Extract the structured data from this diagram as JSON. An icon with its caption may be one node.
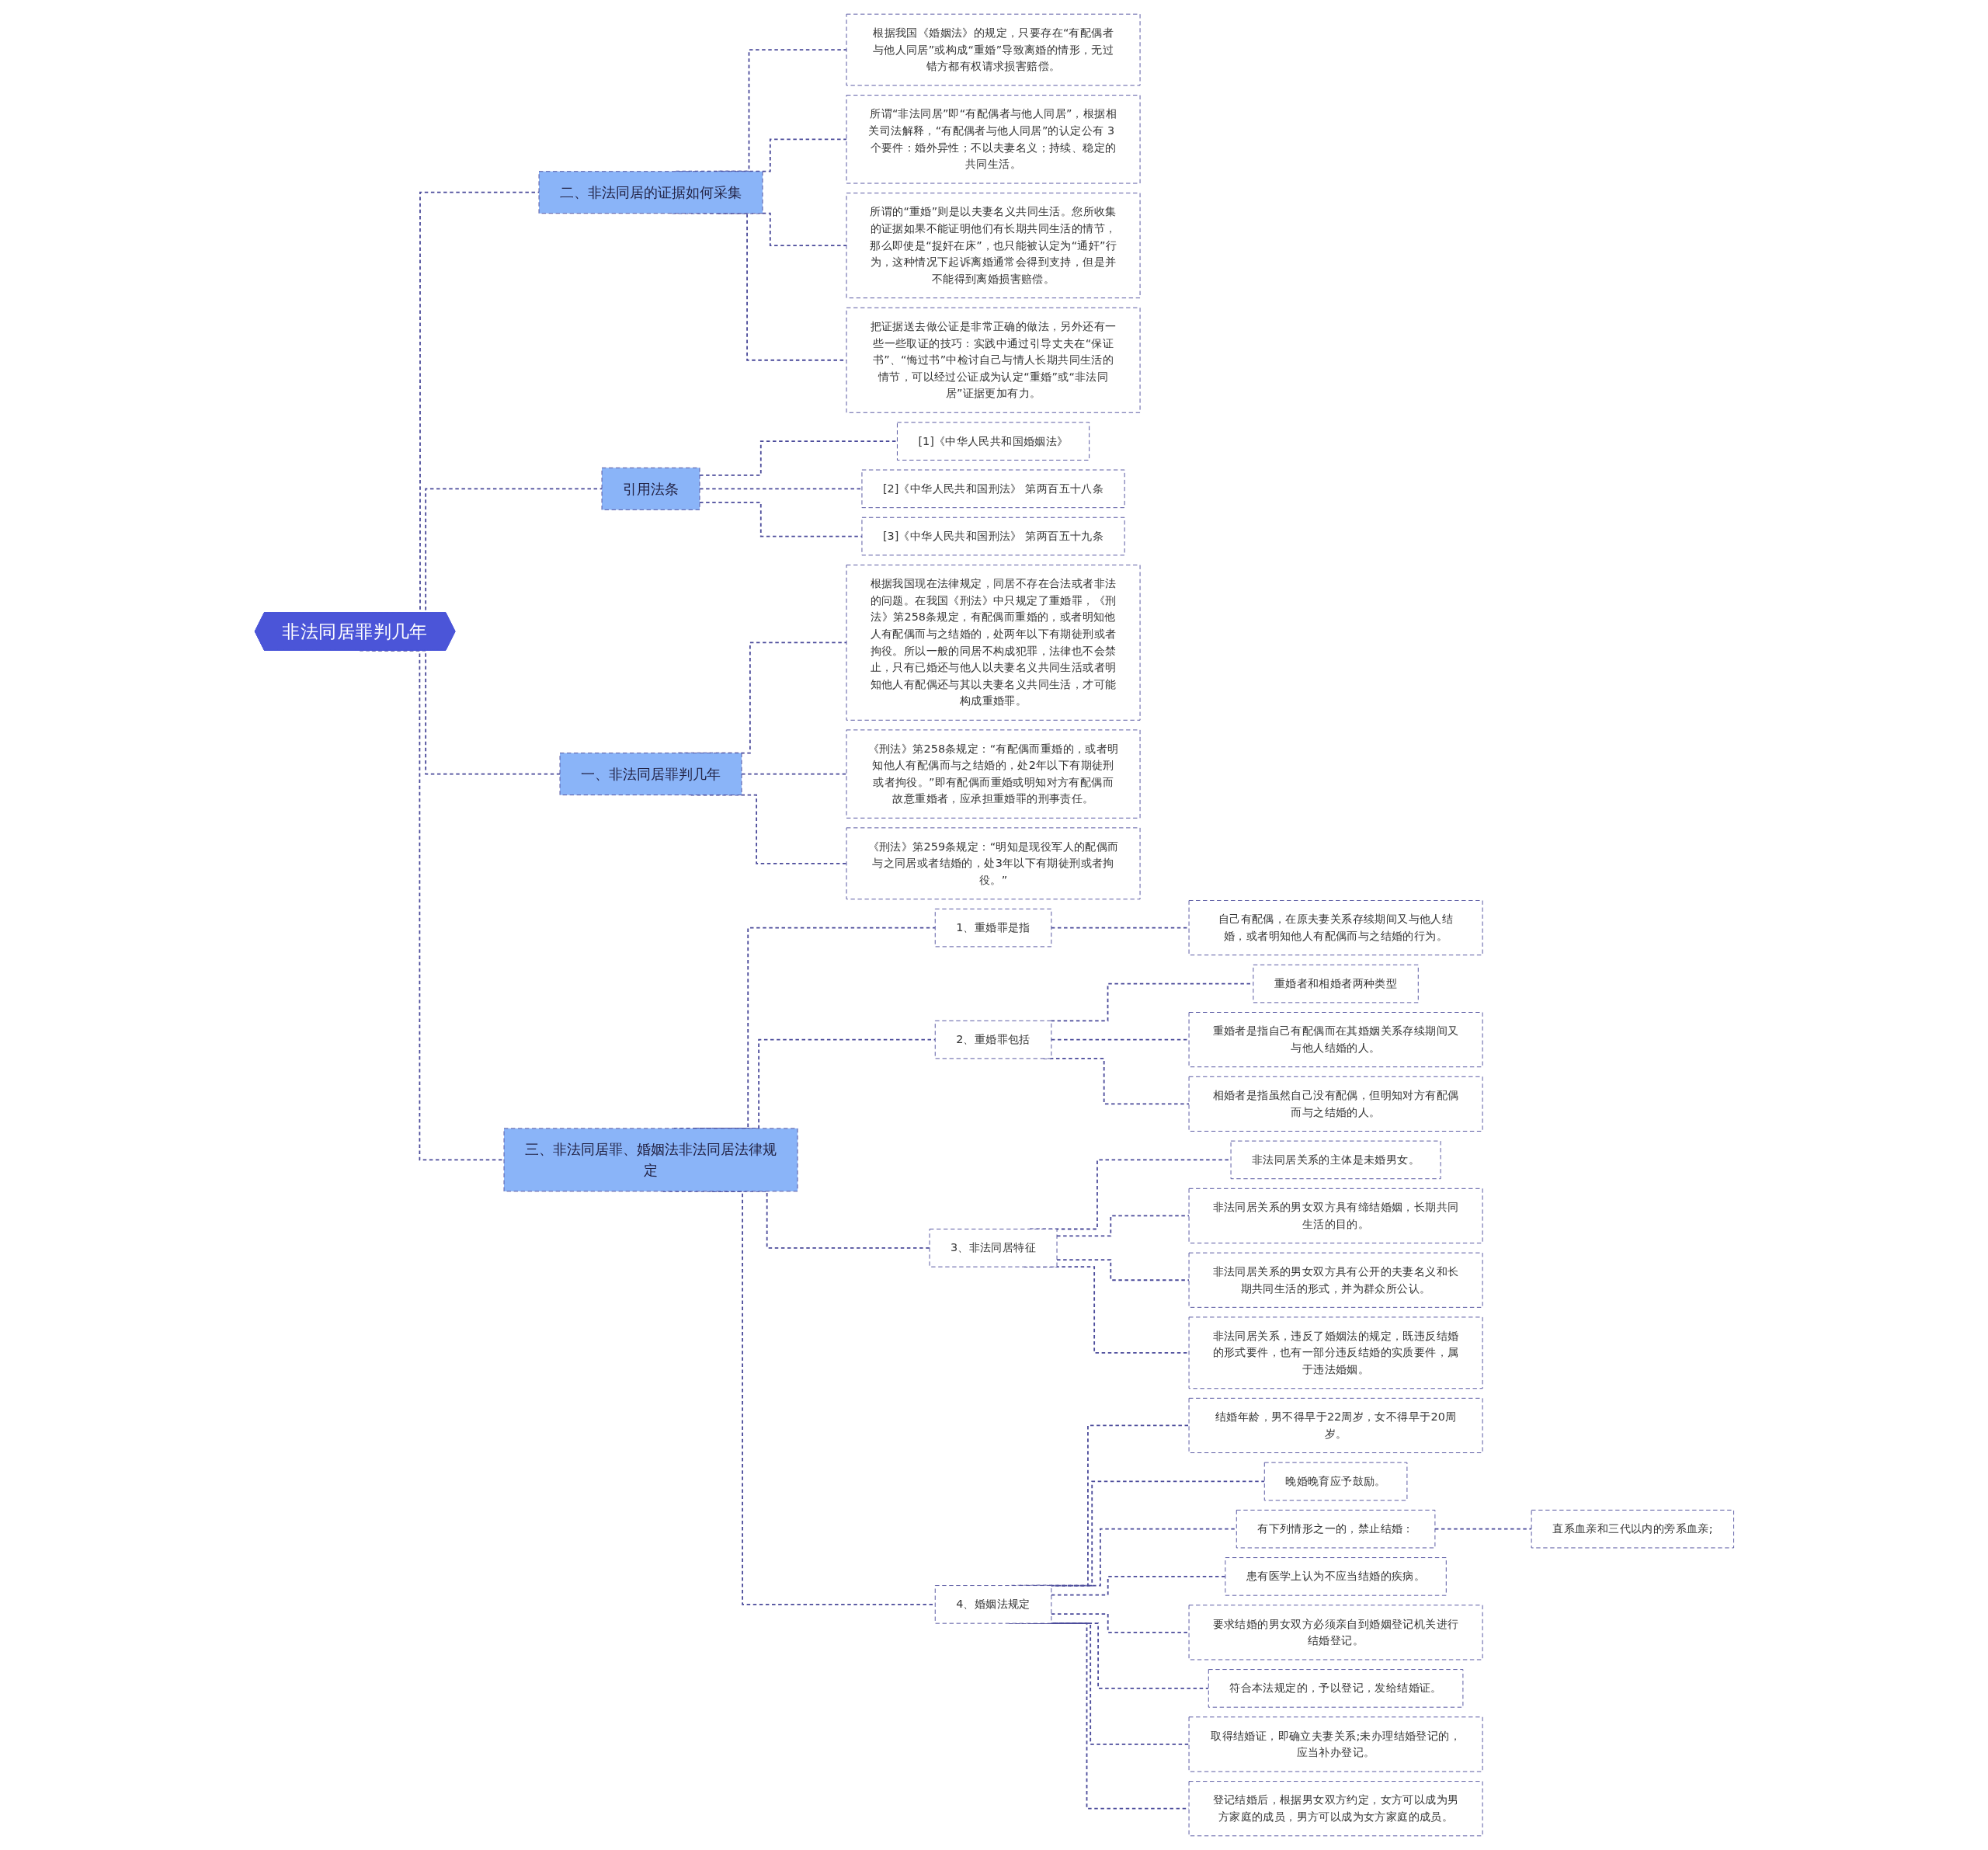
{
  "diagram": {
    "nodes": [
      {
        "text": [
          "非法同居罪判几年"
        ]
      },
      {
        "text": [
          "一、非法同居罪判几年"
        ]
      },
      {
        "text": [
          "根据我国现在法律规定，同居不存在合法或者非法的问题。在我国《刑法》中只规定了重婚罪，《刑法》第258条规定，有配偶而重婚的，或者明知他人有配偶而与之结婚的，处两年以下有期徒刑或者拘役。所以一般的同居不构成犯罪，法律也不会禁止，只有已婚还与他人以夫妻名义共同生活或者明知他人有配偶还与其以夫妻名义共同生活，才可能构成重婚罪。"
        ]
      },
      {
        "text": [
          "《刑法》第258条规定：“有配偶而重婚的，或者明知他人有配偶而与之结婚的，处2年以下有期徒刑或者拘役。”即有配偶而重婚或明知对方有配偶而故意重婚者，应承担重婚罪的刑事责任。"
        ]
      },
      {
        "text": [
          "《刑法》第259条规定：“明知是现役军人的配偶而与之同居或者结婚的，处3年以下有期徒刑或者拘役。”"
        ]
      },
      {
        "text": [
          "三、非法同居罪、婚姻法非法同居法律规定"
        ]
      },
      {
        "text": [
          "1、重婚罪是指"
        ]
      },
      {
        "text": [
          "自己有配偶，在原夫妻关系存续期间又与他人结婚，或者明知他人有配偶而与之结婚的行为。"
        ]
      },
      {
        "text": [
          "2、重婚罪包括"
        ]
      },
      {
        "text": [
          "重婚者和相婚者两种类型"
        ]
      },
      {
        "text": [
          "重婚者是指自己有配偶而在其婚姻关系存续期间又与他人结婚的人。"
        ]
      },
      {
        "text": [
          "相婚者是指虽然自己没有配偶，但明知对方有配偶而与之结婚的人。"
        ]
      },
      {
        "text": [
          "3、非法同居特征"
        ]
      },
      {
        "text": [
          "非法同居关系的主体是未婚男女。"
        ]
      },
      {
        "text": [
          "非法同居关系的男女双方具有缔结婚姻，长期共同生活的目的。"
        ]
      },
      {
        "text": [
          "非法同居关系的男女双方具有公开的夫妻名义和长期共同生活的形式，并为群众所公认。"
        ]
      },
      {
        "text": [
          "非法同居关系，违反了婚姻法的规定，既违反结婚的形式要件，也有一部分违反结婚的实质要件，属于违法婚姻。"
        ]
      },
      {
        "text": [
          "4、婚姻法规定"
        ]
      },
      {
        "text": [
          "结婚年龄，男不得早于22周岁，女不得早于20周岁。"
        ]
      },
      {
        "text": [
          "晚婚晚育应予鼓励。"
        ]
      },
      {
        "text": [
          "有下列情形之一的，禁止结婚："
        ]
      },
      {
        "text": [
          "直系血亲和三代以内的旁系血亲;"
        ]
      },
      {
        "text": [
          "患有医学上认为不应当结婚的疾病。"
        ]
      },
      {
        "text": [
          "要求结婚的男女双方必须亲自到婚姻登记机关进行结婚登记。"
        ]
      },
      {
        "text": [
          "符合本法规定的，予以登记，发给结婚证。"
        ]
      },
      {
        "text": [
          "取得结婚证，即确立夫妻关系;未办理结婚登记的，应当补办登记。"
        ]
      },
      {
        "text": [
          "登记结婚后，根据男女双方约定，女方可以成为男方家庭的成员，男方可以成为女方家庭的成员。"
        ]
      },
      {
        "text": [
          "二、非法同居的证据如何采集"
        ]
      },
      {
        "text": [
          "根据我国《婚姻法》的规定，只要存在“有配偶者与他人同居”或构成“重婚”导致离婚的情形，无过错方都有权请求损害赔偿。"
        ]
      },
      {
        "text": [
          "所谓“非法同居”即“有配偶者与他人同居”，根据相关司法解释，“有配偶者与他人同居”的认定公有 3 个要件：婚外异性；不以夫妻名义；持续、稳定的共同生活。"
        ]
      },
      {
        "text": [
          "所谓的“重婚”则是以夫妻名义共同生活。您所收集的证据如果不能证明他们有长期共同生活的情节，那么即使是“捉奸在床”，也只能被认定为“通奸”行为，这种情况下起诉离婚通常会得到支持，但是并不能得到离婚损害赔偿。"
        ]
      },
      {
        "text": [
          "把证据送去做公证是非常正确的做法，另外还有一些一些取证的技巧：实践中通过引导丈夫在“保证书”、“悔过书”中检讨自己与情人长期共同生活的情节，可以经过公证成为认定“重婚”或“非法同居”证据更加有力。"
        ]
      },
      {
        "text": [
          "引用法条"
        ]
      },
      {
        "text": [
          "[1]《中华人民共和国婚姻法》"
        ]
      },
      {
        "text": [
          "[2]《中华人民共和国刑法》 第两百五十八条"
        ]
      },
      {
        "text": [
          "[3]《中华人民共和国刑法》 第两百五十九条"
        ]
      }
    ],
    "edges": [
      {
        "from": 0,
        "to": 1,
        "arrow": "none",
        "style": "dashed"
      },
      {
        "from": 1,
        "to": 2,
        "arrow": "none",
        "style": "dashed"
      },
      {
        "from": 1,
        "to": 3,
        "arrow": "none",
        "style": "dashed"
      },
      {
        "from": 1,
        "to": 4,
        "arrow": "none",
        "style": "dashed"
      },
      {
        "from": 0,
        "to": 5,
        "arrow": "none",
        "style": "dashed"
      },
      {
        "from": 5,
        "to": 6,
        "arrow": "none",
        "style": "dashed"
      },
      {
        "from": 6,
        "to": 7,
        "arrow": "none",
        "style": "dashed"
      },
      {
        "from": 5,
        "to": 8,
        "arrow": "none",
        "style": "dashed"
      },
      {
        "from": 8,
        "to": 9,
        "arrow": "none",
        "style": "dashed"
      },
      {
        "from": 8,
        "to": 10,
        "arrow": "none",
        "style": "dashed"
      },
      {
        "from": 8,
        "to": 11,
        "arrow": "none",
        "style": "dashed"
      },
      {
        "from": 5,
        "to": 12,
        "arrow": "none",
        "style": "dashed"
      },
      {
        "from": 12,
        "to": 13,
        "arrow": "none",
        "style": "dashed"
      },
      {
        "from": 12,
        "to": 14,
        "arrow": "none",
        "style": "dashed"
      },
      {
        "from": 12,
        "to": 15,
        "arrow": "none",
        "style": "dashed"
      },
      {
        "from": 12,
        "to": 16,
        "arrow": "none",
        "style": "dashed"
      },
      {
        "from": 5,
        "to": 17,
        "arrow": "none",
        "style": "dashed"
      },
      {
        "from": 17,
        "to": 18,
        "arrow": "none",
        "style": "dashed"
      },
      {
        "from": 17,
        "to": 19,
        "arrow": "none",
        "style": "dashed"
      },
      {
        "from": 17,
        "to": 20,
        "arrow": "none",
        "style": "dashed"
      },
      {
        "from": 20,
        "to": 21,
        "arrow": "none",
        "style": "dashed"
      },
      {
        "from": 17,
        "to": 22,
        "arrow": "none",
        "style": "dashed"
      },
      {
        "from": 17,
        "to": 23,
        "arrow": "none",
        "style": "dashed"
      },
      {
        "from": 17,
        "to": 24,
        "arrow": "none",
        "style": "dashed"
      },
      {
        "from": 17,
        "to": 25,
        "arrow": "none",
        "style": "dashed"
      },
      {
        "from": 17,
        "to": 26,
        "arrow": "none",
        "style": "dashed"
      },
      {
        "from": 0,
        "to": 27,
        "arrow": "none",
        "style": "dashed"
      },
      {
        "from": 27,
        "to": 28,
        "arrow": "none",
        "style": "dashed"
      },
      {
        "from": 27,
        "to": 29,
        "arrow": "none",
        "style": "dashed"
      },
      {
        "from": 27,
        "to": 30,
        "arrow": "none",
        "style": "dashed"
      },
      {
        "from": 27,
        "to": 31,
        "arrow": "none",
        "style": "dashed"
      },
      {
        "from": 0,
        "to": 32,
        "arrow": "none",
        "style": "dashed"
      },
      {
        "from": 32,
        "to": 33,
        "arrow": "none",
        "style": "dashed"
      },
      {
        "from": 32,
        "to": 34,
        "arrow": "none",
        "style": "dashed"
      },
      {
        "from": 32,
        "to": 35,
        "arrow": "none",
        "style": "dashed"
      }
    ]
  }
}
